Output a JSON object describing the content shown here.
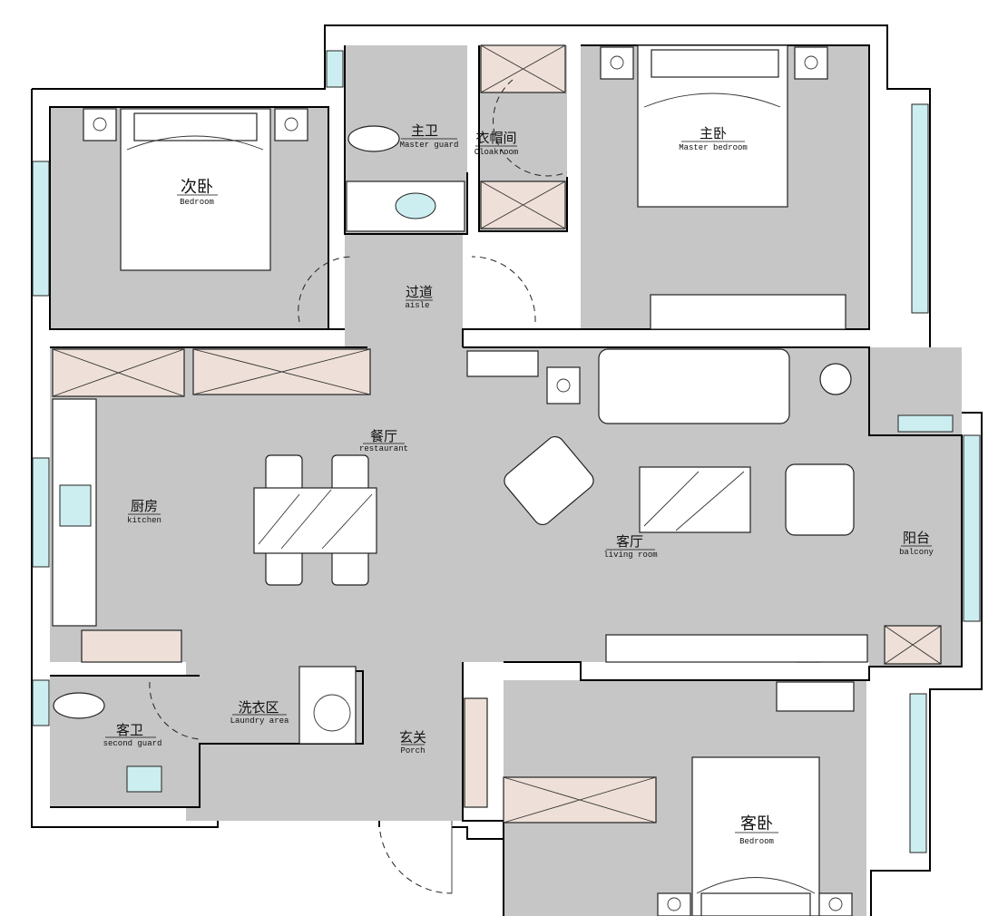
{
  "rooms": {
    "master_bath": {
      "cn": "主卫",
      "en": "Master guard"
    },
    "cloakroom": {
      "cn": "衣帽间",
      "en": "Cloakroom"
    },
    "master_bedroom": {
      "cn": "主卧",
      "en": "Master bedroom"
    },
    "second_bedroom": {
      "cn": "次卧",
      "en": "Bedroom"
    },
    "aisle": {
      "cn": "过道",
      "en": "aisle"
    },
    "dining": {
      "cn": "餐厅",
      "en": "restaurant"
    },
    "kitchen": {
      "cn": "厨房",
      "en": "kitchen"
    },
    "living": {
      "cn": "客厅",
      "en": "living room"
    },
    "balcony": {
      "cn": "阳台",
      "en": "balcony"
    },
    "laundry": {
      "cn": "洗衣区",
      "en": "Laundry area"
    },
    "guest_bath": {
      "cn": "客卫",
      "en": "second guard"
    },
    "porch": {
      "cn": "玄关",
      "en": "Porch"
    },
    "guest_bedroom": {
      "cn": "客卧",
      "en": "Bedroom"
    }
  },
  "colors": {
    "floor": "#c6c6c6",
    "cabinet": "#eee0d8",
    "window": "#cdeef0",
    "wall": "#000000"
  }
}
